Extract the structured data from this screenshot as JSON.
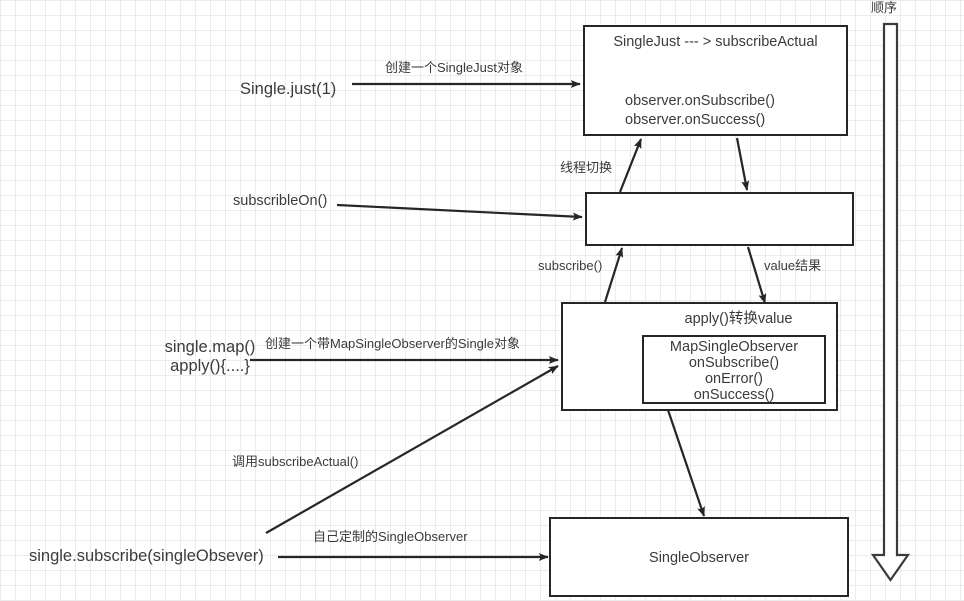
{
  "diagram": {
    "title_note": "顺序",
    "boxes": {
      "single_just": {
        "header": "SingleJust --- > subscribeActual",
        "line1": "observer.onSubscribe()",
        "line2": "observer.onSuccess()"
      },
      "thread_box": {
        "label": ""
      },
      "map_box": {
        "header": "apply()转换value",
        "inner": {
          "line1": "MapSingleObserver",
          "line2": "onSubscribe()",
          "line3": "onError()",
          "line4": "onSuccess()"
        }
      },
      "single_observer": {
        "label": "SingleObserver"
      }
    },
    "calls": {
      "single_just": "Single.just(1)",
      "subscribe_on": "subscribleOn()",
      "single_map_line1": "single.map()",
      "single_map_line2": "apply(){....}",
      "single_subscribe": "single.subscribe(singleObsever)"
    },
    "edge_labels": {
      "create_single_just": "创建一个SingleJust对象",
      "thread_switch": "线程切换",
      "subscribe": "subscribe()",
      "value_result": "value结果",
      "create_map_single": "创建一个带MapSingleObserver的Single对象",
      "call_subscribe_actual": "调用subscribeActual()",
      "custom_single_observer": "自己定制的SingleObserver"
    },
    "colors": {
      "stroke": "#262626",
      "text": "#3b3b3b",
      "grid_minor": "#ececec",
      "grid_major": "#dcdcdc",
      "background": "#ffffff"
    }
  }
}
